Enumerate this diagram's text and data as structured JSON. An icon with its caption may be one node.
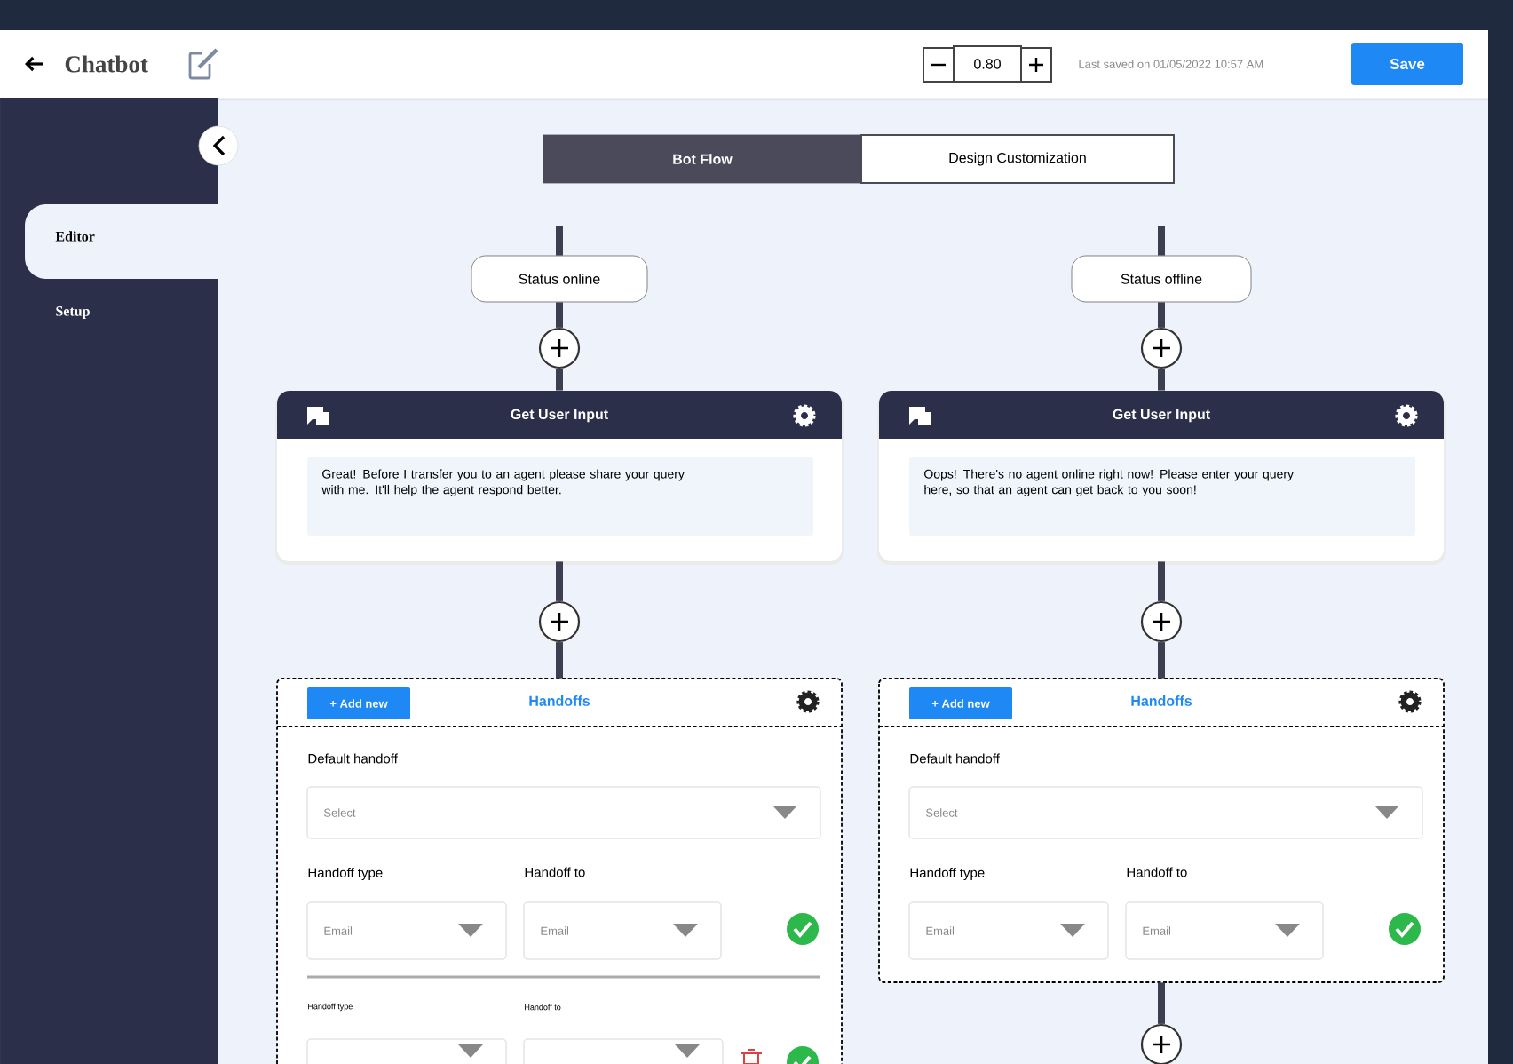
{
  "diagram": {
    "nodes": [
      {
        "text": [
          "Status online"
        ]
      },
      {
        "text": [],
        "shape": "circle"
      },
      {
        "text": [
          "Get User Input",
          "Great! Before I transfer you to an agent please share your query with me. It'll help the agent respond better."
        ]
      },
      {
        "text": [],
        "shape": "circle"
      },
      {
        "text": [
          "+ Add new",
          "Handoffs",
          "Default handoff",
          "Select",
          "Handoff type",
          "Handoff to",
          "Email",
          "Email",
          "Handoff type",
          "Handoff to"
        ]
      },
      {
        "text": [
          "Status offline"
        ]
      },
      {
        "text": [],
        "shape": "circle"
      },
      {
        "text": [
          "Get User Input",
          "Oops! There's no agent online right now! Please enter your query here, so that an agent can get back to you soon!"
        ]
      },
      {
        "text": [],
        "shape": "circle"
      },
      {
        "text": [
          "+ Add new",
          "Handoffs",
          "Default handoff",
          "Select",
          "Handoff type",
          "Handoff to",
          "Email",
          "Email"
        ]
      },
      {
        "text": [],
        "shape": "circle"
      }
    ],
    "edges": [
      {
        "from": null,
        "to": 0,
        "arrow": "none"
      },
      {
        "from": 0,
        "to": 1,
        "arrow": "none"
      },
      {
        "from": 1,
        "to": 2,
        "arrow": "none"
      },
      {
        "from": 2,
        "to": 3,
        "arrow": "none"
      },
      {
        "from": 3,
        "to": 4,
        "arrow": "none"
      },
      {
        "from": null,
        "to": 5,
        "arrow": "none"
      },
      {
        "from": 5,
        "to": 6,
        "arrow": "none"
      },
      {
        "from": 6,
        "to": 7,
        "arrow": "none"
      },
      {
        "from": 7,
        "to": 8,
        "arrow": "none"
      },
      {
        "from": 8,
        "to": 9,
        "arrow": "none"
      },
      {
        "from": 9,
        "to": 10,
        "arrow": "none"
      }
    ],
    "labels": [
      "Chatbot",
      "0.80",
      "Last saved on 01/05/2022 10:57 AM",
      "Save",
      "Bot Flow",
      "Design Customization",
      "Editor",
      "Setup"
    ]
  }
}
